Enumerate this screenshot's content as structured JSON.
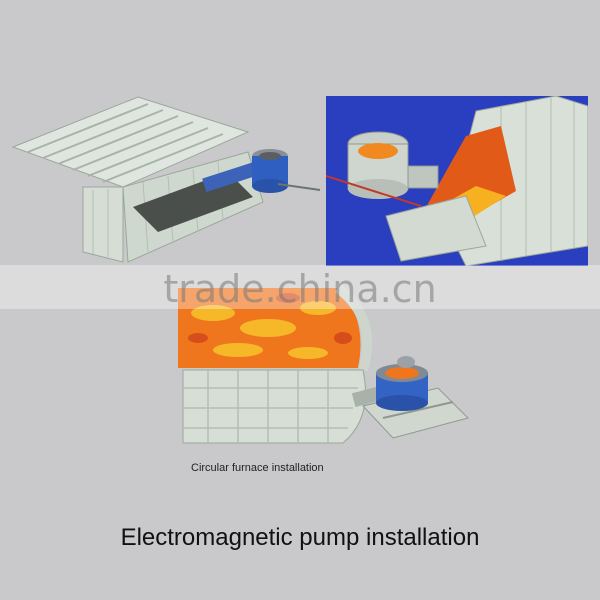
{
  "illustrations": {
    "left": {
      "icon": "long-furnace-with-pump-illustration"
    },
    "right": {
      "icon": "cutaway-furnace-with-pump-illustration",
      "background": "#2a3ec0"
    },
    "bottom": {
      "icon": "circular-furnace-with-pump-illustration"
    }
  },
  "watermark": "trade.china.cn",
  "captions": {
    "circular": "Circular furnace installation",
    "main": "Electromagnetic pump installation"
  }
}
